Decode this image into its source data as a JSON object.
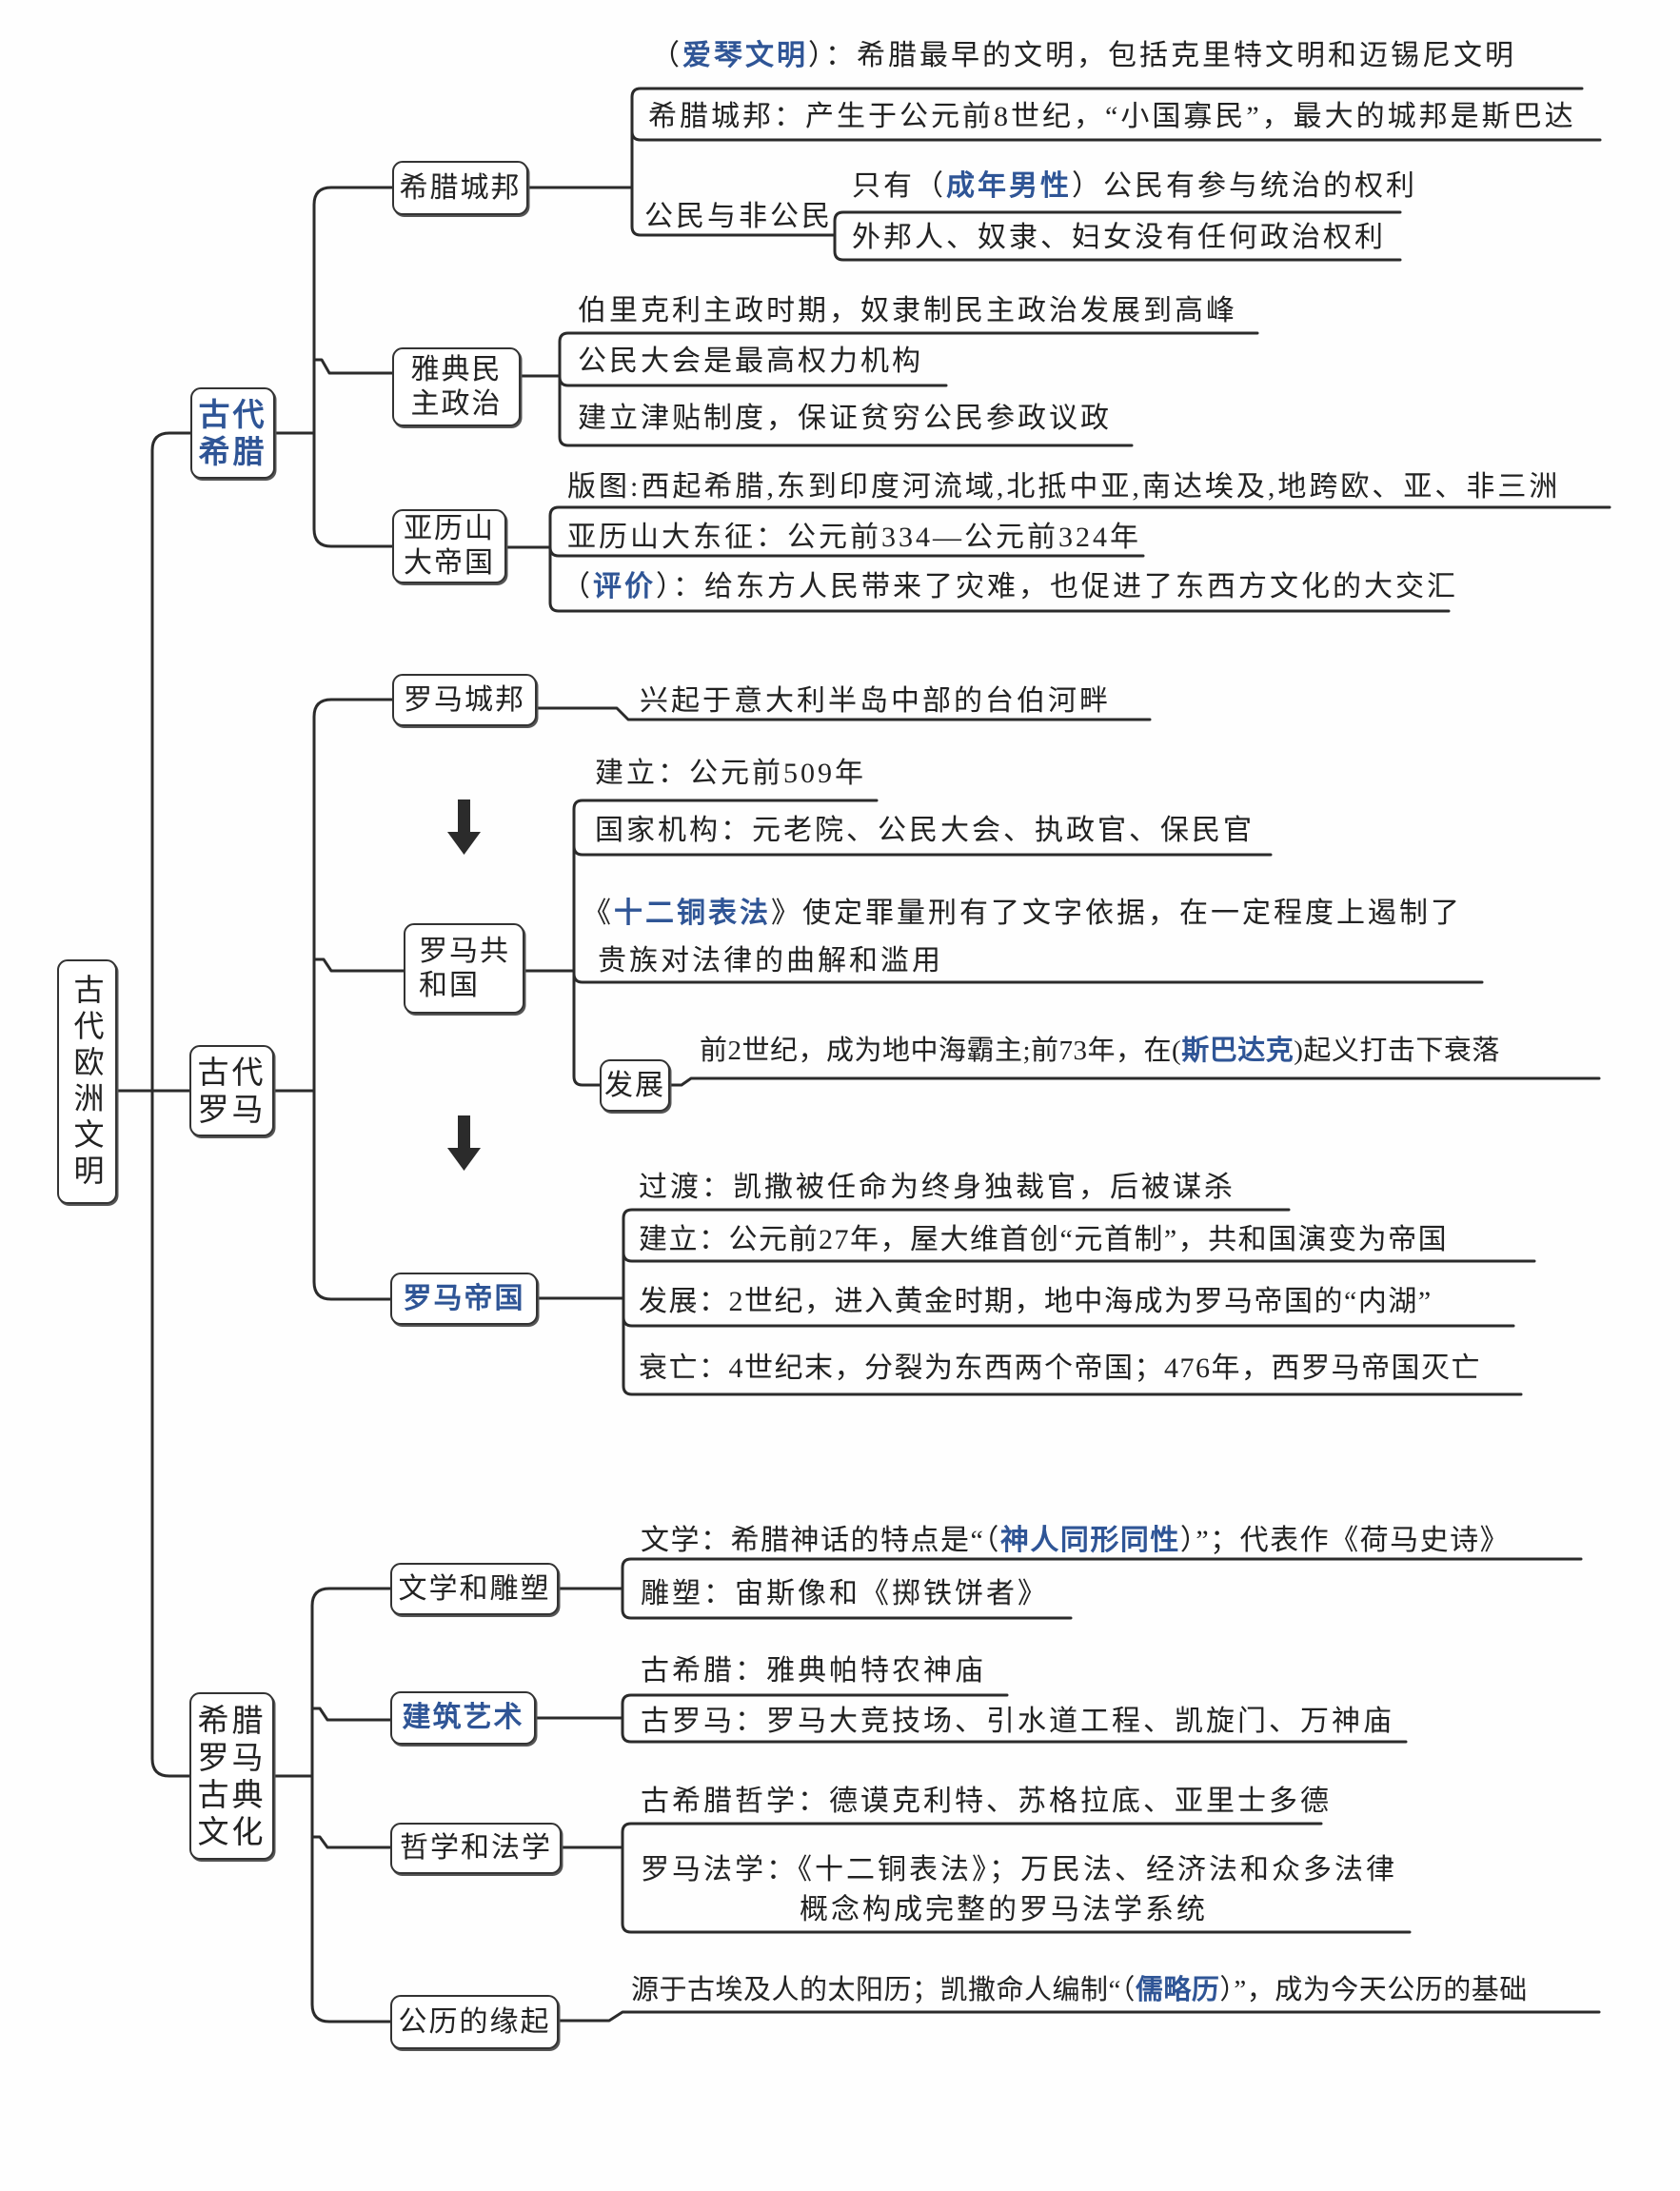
{
  "root": {
    "label": "古代欧洲文明"
  },
  "theme": {
    "highlight_color": "#2f5596",
    "line_color": "#2b2b2b",
    "text_color": "#222222"
  },
  "icons": {
    "transition_arrow": "down-arrow"
  },
  "greece": {
    "label_lines": [
      "古代",
      "希腊"
    ],
    "city_state": {
      "label": "希腊城邦",
      "aegean": {
        "pre": "（",
        "hl": "爱琴文明",
        "post": "）：希腊最早的文明，包括克里特文明和迈锡尼文明"
      },
      "polis": "希腊城邦：产生于公元前8世纪，“小国寡民”，最大的城邦是斯巴达",
      "citizens": {
        "label": "公民与非公民",
        "rights": {
          "pre": "只有（",
          "hl": "成年男性",
          "post": "）公民有参与统治的权利"
        },
        "non_citizens": "外邦人、奴隶、妇女没有任何政治权利"
      }
    },
    "athens": {
      "label_lines": [
        "雅典民",
        "主政治"
      ],
      "items": [
        "伯里克利主政时期，奴隶制民主政治发展到高峰",
        "公民大会是最高权力机构",
        "建立津贴制度，保证贫穷公民参政议政"
      ]
    },
    "alexander": {
      "label_lines": [
        "亚历山",
        "大帝国"
      ],
      "territory": "版图:西起希腊,东到印度河流域,北抵中亚,南达埃及,地跨欧、亚、非三洲",
      "campaign": "亚历山大东征：公元前334—公元前324年",
      "evaluation": {
        "pre": "（",
        "hl": "评价",
        "post": "）：给东方人民带来了灾难，也促进了东西方文化的大交汇"
      }
    }
  },
  "rome": {
    "label_lines": [
      "古代",
      "罗马"
    ],
    "city_state": {
      "label": "罗马城邦",
      "origin": "兴起于意大利半岛中部的台伯河畔"
    },
    "republic": {
      "label_lines": [
        "罗马共",
        "和国"
      ],
      "founding": "建立：公元前509年",
      "institutions": "国家机构：元老院、公民大会、执政官、保民官",
      "twelve_tables": {
        "pre": "《",
        "hl": "十二铜表法",
        "post": "》使定罪量刑有了文字依据，在一定程度上遏制了",
        "line2": "贵族对法律的曲解和滥用"
      },
      "development": {
        "label": "发展",
        "pre": "前2世纪，成为地中海霸主;前73年，在(",
        "hl": "斯巴达克",
        "post": ")起义打击下衰落"
      }
    },
    "empire": {
      "label": "罗马帝国",
      "items": [
        "过渡：凯撒被任命为终身独裁官，后被谋杀",
        "建立：公元前27年，屋大维首创“元首制”，共和国演变为帝国",
        "发展：2世纪，进入黄金时期，地中海成为罗马帝国的“内湖”",
        "衰亡：4世纪末，分裂为东西两个帝国；476年，西罗马帝国灭亡"
      ]
    }
  },
  "culture": {
    "label_lines": [
      "希腊",
      "罗马",
      "古典",
      "文化"
    ],
    "literature_sculpture": {
      "label": "文学和雕塑",
      "literature": {
        "pre": "文学：希腊神话的特点是“（",
        "hl": "神人同形同性",
        "post": "）”；代表作《荷马史诗》"
      },
      "sculpture": "雕塑：宙斯像和《掷铁饼者》"
    },
    "architecture": {
      "label": "建筑艺术",
      "greek": "古希腊：雅典帕特农神庙",
      "roman": "古罗马：罗马大竞技场、引水道工程、凯旋门、万神庙"
    },
    "philosophy_law": {
      "label": "哲学和法学",
      "philosophy": "古希腊哲学：德谟克利特、苏格拉底、亚里士多德",
      "law_lines": [
        "罗马法学：《十二铜表法》；万民法、经济法和众多法律",
        "概念构成完整的罗马法学系统"
      ]
    },
    "calendar": {
      "label": "公历的缘起",
      "origin": {
        "pre": "源于古埃及人的太阳历；凯撒命人编制“（",
        "hl": "儒略历",
        "post": "）”，成为今天公历的基础"
      }
    }
  }
}
